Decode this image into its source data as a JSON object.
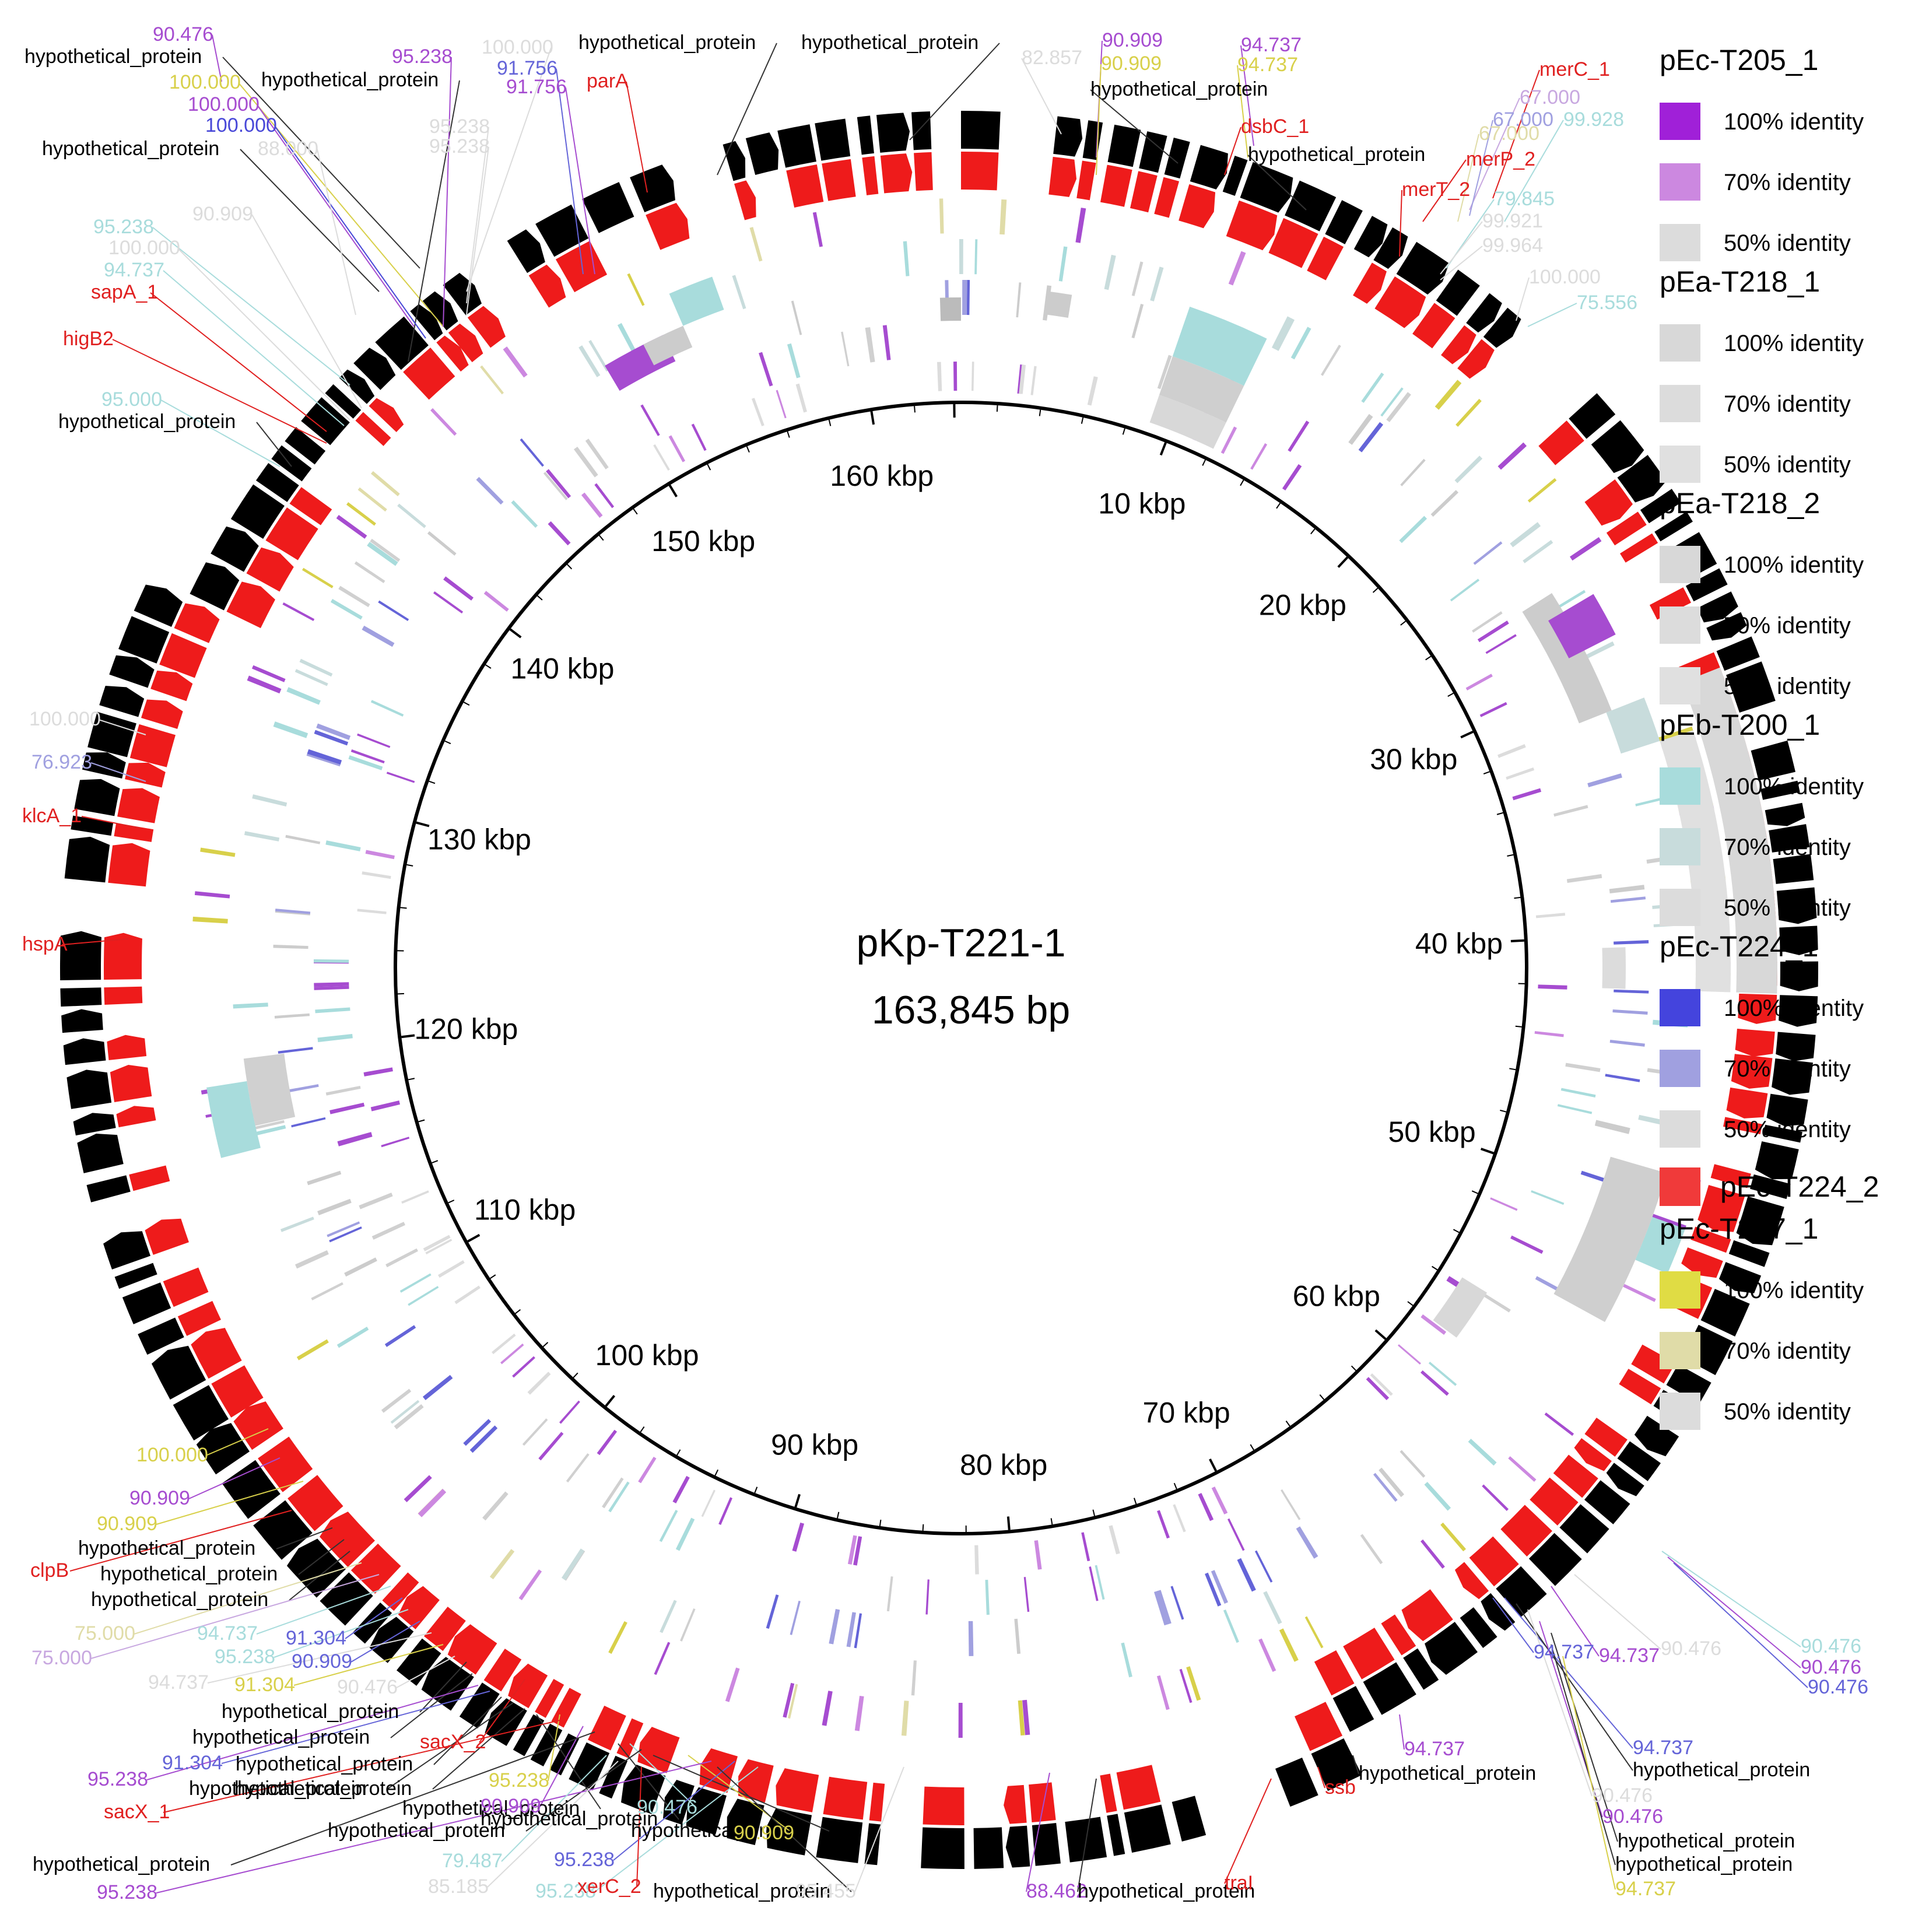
{
  "plasmid": {
    "name": "pKp-T221-1",
    "size_label": "163,845 bp",
    "length_bp": 163845
  },
  "ticks": [
    {
      "label": "10 kbp",
      "kbp": 10
    },
    {
      "label": "20 kbp",
      "kbp": 20
    },
    {
      "label": "30 kbp",
      "kbp": 30
    },
    {
      "label": "40 kbp",
      "kbp": 40
    },
    {
      "label": "50 kbp",
      "kbp": 50
    },
    {
      "label": "60 kbp",
      "kbp": 60
    },
    {
      "label": "70 kbp",
      "kbp": 70
    },
    {
      "label": "80 kbp",
      "kbp": 80
    },
    {
      "label": "90 kbp",
      "kbp": 90
    },
    {
      "label": "100 kbp",
      "kbp": 100
    },
    {
      "label": "110 kbp",
      "kbp": 110
    },
    {
      "label": "120 kbp",
      "kbp": 120
    },
    {
      "label": "130 kbp",
      "kbp": 130
    },
    {
      "label": "140 kbp",
      "kbp": 140
    },
    {
      "label": "150 kbp",
      "kbp": 150
    },
    {
      "label": "160 kbp",
      "kbp": 160
    }
  ],
  "legend": [
    {
      "name": "pEc-T205_1",
      "entries": [
        {
          "label": "100% identity",
          "color": "#a020d8"
        },
        {
          "label": "70% identity",
          "color": "#cc88e0"
        },
        {
          "label": "50% identity",
          "color": "#dcdcdc"
        }
      ]
    },
    {
      "name": "pEa-T218_1",
      "entries": [
        {
          "label": "100% identity",
          "color": "#d8d8d8"
        },
        {
          "label": "70% identity",
          "color": "#dcdcdc"
        },
        {
          "label": "50% identity",
          "color": "#e0e0e0"
        }
      ]
    },
    {
      "name": "pEa-T218_2",
      "entries": [
        {
          "label": "100% identity",
          "color": "#d8d8d8"
        },
        {
          "label": "70% identity",
          "color": "#dcdcdc"
        },
        {
          "label": "50% identity",
          "color": "#e0e0e0"
        }
      ]
    },
    {
      "name": "pEb-T200_1",
      "entries": [
        {
          "label": "100% identity",
          "color": "#a8dcdc"
        },
        {
          "label": "70% identity",
          "color": "#c8dcdc"
        },
        {
          "label": "50% identity",
          "color": "#dcdcdc"
        }
      ]
    },
    {
      "name": "pEc-T224_1",
      "entries": [
        {
          "label": "100% identity",
          "color": "#4444dd"
        },
        {
          "label": "70% identity",
          "color": "#a0a0e0"
        },
        {
          "label": "50% identity",
          "color": "#dcdcdc"
        }
      ]
    },
    {
      "name": "pEc-T224_2",
      "entries": [
        {
          "label": "pEc-T224_2",
          "color": "#f03a3a"
        }
      ]
    },
    {
      "name": "pEc-T227_1",
      "entries": [
        {
          "label": "100% identity",
          "color": "#e0dc44"
        },
        {
          "label": "70% identity",
          "color": "#e0dca8"
        },
        {
          "label": "50% identity",
          "color": "#dcdcdc"
        }
      ]
    }
  ],
  "annotations": [
    {
      "text": "90.476",
      "color": "#a64cd0"
    },
    {
      "text": "hypothetical_protein",
      "color": "#000000"
    },
    {
      "text": "100.000",
      "color": "#d8d04a"
    },
    {
      "text": "hypothetical_protein",
      "color": "#000000"
    },
    {
      "text": "100.000",
      "color": "#a64cd0"
    },
    {
      "text": "100.000",
      "color": "#4848d8"
    },
    {
      "text": "hypothetical_protein",
      "color": "#000000"
    },
    {
      "text": "88.000",
      "color": "#dcdcdc"
    },
    {
      "text": "95.238",
      "color": "#a64cd0"
    },
    {
      "text": "100.000",
      "color": "#dcdcdc"
    },
    {
      "text": "91.756",
      "color": "#6464d8"
    },
    {
      "text": "91.756",
      "color": "#a64cd0"
    },
    {
      "text": "95.238",
      "color": "#dcdcdc"
    },
    {
      "text": "95.238",
      "color": "#dcdcdc"
    },
    {
      "text": "parA",
      "color": "#e02020"
    },
    {
      "text": "hypothetical_protein",
      "color": "#000000"
    },
    {
      "text": "hypothetical_protein",
      "color": "#000000"
    },
    {
      "text": "82.857",
      "color": "#dcdcdc"
    },
    {
      "text": "90.909",
      "color": "#a64cd0"
    },
    {
      "text": "90.909",
      "color": "#d8d04a"
    },
    {
      "text": "94.737",
      "color": "#a64cd0"
    },
    {
      "text": "94.737",
      "color": "#d8d04a"
    },
    {
      "text": "hypothetical_protein",
      "color": "#000000"
    },
    {
      "text": "dsbC_1",
      "color": "#e02020"
    },
    {
      "text": "hypothetical_protein",
      "color": "#000000"
    },
    {
      "text": "merC_1",
      "color": "#e02020"
    },
    {
      "text": "67.000",
      "color": "#c8a8e0"
    },
    {
      "text": "67.000",
      "color": "#a0a0e0"
    },
    {
      "text": "99.928",
      "color": "#a8dcdc"
    },
    {
      "text": "67.000",
      "color": "#e0dca8"
    },
    {
      "text": "merP_2",
      "color": "#e02020"
    },
    {
      "text": "merT_2",
      "color": "#e02020"
    },
    {
      "text": "79.845",
      "color": "#a8dcdc"
    },
    {
      "text": "99.921",
      "color": "#dcdcdc"
    },
    {
      "text": "99.964",
      "color": "#dcdcdc"
    },
    {
      "text": "100.000",
      "color": "#dcdcdc"
    },
    {
      "text": "75.556",
      "color": "#a8dcdc"
    },
    {
      "text": "95.238",
      "color": "#a8dcdc"
    },
    {
      "text": "90.909",
      "color": "#dcdcdc"
    },
    {
      "text": "100.000",
      "color": "#dcdcdc"
    },
    {
      "text": "94.737",
      "color": "#a8dcdc"
    },
    {
      "text": "sapA_1",
      "color": "#e02020"
    },
    {
      "text": "higB2",
      "color": "#e02020"
    },
    {
      "text": "95.000",
      "color": "#a8dcdc"
    },
    {
      "text": "hypothetical_protein",
      "color": "#000000"
    },
    {
      "text": "100.000",
      "color": "#dcdcdc"
    },
    {
      "text": "76.923",
      "color": "#a0a0e0"
    },
    {
      "text": "klcA_1",
      "color": "#e02020"
    },
    {
      "text": "hspA",
      "color": "#e02020"
    },
    {
      "text": "100.000",
      "color": "#d8d04a"
    },
    {
      "text": "90.909",
      "color": "#a64cd0"
    },
    {
      "text": "90.909",
      "color": "#d8d04a"
    },
    {
      "text": "clpB",
      "color": "#e02020"
    },
    {
      "text": "hypothetical_protein",
      "color": "#000000"
    },
    {
      "text": "hypothetical_protein",
      "color": "#000000"
    },
    {
      "text": "hypothetical_protein",
      "color": "#000000"
    },
    {
      "text": "75.000",
      "color": "#e0dca8"
    },
    {
      "text": "75.000",
      "color": "#c8a8e0"
    },
    {
      "text": "94.737",
      "color": "#a8dcdc"
    },
    {
      "text": "91.304",
      "color": "#6464d8"
    },
    {
      "text": "95.238",
      "color": "#a8dcdc"
    },
    {
      "text": "90.909",
      "color": "#6464d8"
    },
    {
      "text": "94.737",
      "color": "#dcdcdc"
    },
    {
      "text": "91.304",
      "color": "#d8d04a"
    },
    {
      "text": "90.476",
      "color": "#dcdcdc"
    },
    {
      "text": "hypothetical_protein",
      "color": "#000000"
    },
    {
      "text": "hypothetical_protein",
      "color": "#000000"
    },
    {
      "text": "sacX_2",
      "color": "#e02020"
    },
    {
      "text": "95.238",
      "color": "#a64cd0"
    },
    {
      "text": "91.304",
      "color": "#6464d8"
    },
    {
      "text": "hypothetical_protein",
      "color": "#000000"
    },
    {
      "text": "hypothetical_protein",
      "color": "#000000"
    },
    {
      "text": "95.238",
      "color": "#d8d04a"
    },
    {
      "text": "hypothetical_protein",
      "color": "#000000"
    },
    {
      "text": "hypothetical_protein",
      "color": "#000000"
    },
    {
      "text": "sacX_1",
      "color": "#e02020"
    },
    {
      "text": "90.909",
      "color": "#a64cd0"
    },
    {
      "text": "90.476",
      "color": "#a8dcdc"
    },
    {
      "text": "hypothetical_protein",
      "color": "#000000"
    },
    {
      "text": "hypothetical_protein",
      "color": "#000000"
    },
    {
      "text": "hypothetical_protein",
      "color": "#000000"
    },
    {
      "text": "hypothetical_protein",
      "color": "#000000"
    },
    {
      "text": "90.909",
      "color": "#d8d04a"
    },
    {
      "text": "95.238",
      "color": "#a64cd0"
    },
    {
      "text": "79.487",
      "color": "#a8dcdc"
    },
    {
      "text": "95.238",
      "color": "#6464d8"
    },
    {
      "text": "85.185",
      "color": "#dcdcdc"
    },
    {
      "text": "95.238",
      "color": "#a8dcdc"
    },
    {
      "text": "xerC_2",
      "color": "#e02020"
    },
    {
      "text": "hypothetical_protein",
      "color": "#000000"
    },
    {
      "text": "95.455",
      "color": "#dcdcdc"
    },
    {
      "text": "88.462",
      "color": "#a64cd0"
    },
    {
      "text": "hypothetical_protein",
      "color": "#000000"
    },
    {
      "text": "traI",
      "color": "#e02020"
    },
    {
      "text": "ssb",
      "color": "#e02020"
    },
    {
      "text": "hypothetical_protein",
      "color": "#000000"
    },
    {
      "text": "94.737",
      "color": "#a64cd0"
    },
    {
      "text": "94.737",
      "color": "#6464d8"
    },
    {
      "text": "hypothetical_protein",
      "color": "#000000"
    },
    {
      "text": "90.476",
      "color": "#dcdcdc"
    },
    {
      "text": "90.476",
      "color": "#a64cd0"
    },
    {
      "text": "hypothetical_protein",
      "color": "#000000"
    },
    {
      "text": "hypothetical_protein",
      "color": "#000000"
    },
    {
      "text": "94.737",
      "color": "#d8d04a"
    },
    {
      "text": "94.737",
      "color": "#a64cd0"
    },
    {
      "text": "94.737",
      "color": "#6464d8"
    },
    {
      "text": "90.476",
      "color": "#dcdcdc"
    },
    {
      "text": "90.476",
      "color": "#a8dcdc"
    },
    {
      "text": "90.476",
      "color": "#a64cd0"
    },
    {
      "text": "90.476",
      "color": "#6464d8"
    }
  ]
}
